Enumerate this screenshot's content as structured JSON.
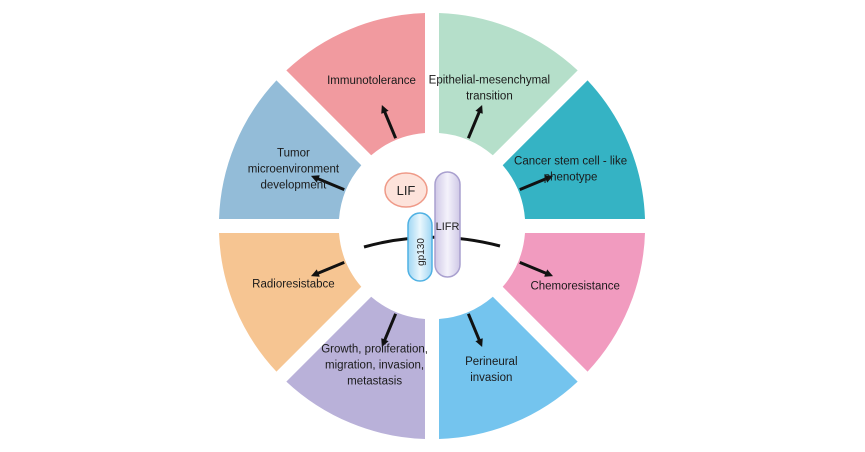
{
  "diagram": {
    "center": {
      "ligand": "LIF",
      "receptor": "LIFR",
      "coreceptor": "gp130"
    },
    "sectors": [
      {
        "id": "emt",
        "lines": [
          "Epithelial-mesenchymal",
          "transition"
        ],
        "color": "#b5dfca"
      },
      {
        "id": "csc",
        "lines": [
          "Cancer stem cell - like",
          "phenotype"
        ],
        "color": "#35b3c4"
      },
      {
        "id": "chemo",
        "lines": [
          "Chemoresistance"
        ],
        "color": "#f19bbf"
      },
      {
        "id": "perineural",
        "lines": [
          "Perineural",
          "invasion"
        ],
        "color": "#74c4ee"
      },
      {
        "id": "growth",
        "lines": [
          "Growth, proliferation,",
          "migration, invasion,",
          "metastasis"
        ],
        "color": "#b9b1d9"
      },
      {
        "id": "radio",
        "lines": [
          "Radioresistabce"
        ],
        "color": "#f6c592"
      },
      {
        "id": "tme",
        "lines": [
          "Tumor",
          "microenvironment",
          "development"
        ],
        "color": "#93bcd8"
      },
      {
        "id": "immuno",
        "lines": [
          "Immunotolerance"
        ],
        "color": "#f19a9f"
      }
    ],
    "colors": {
      "lif_fill": "#fde3db",
      "lif_stroke": "#ef9a88",
      "lifr_fill": "#dcd6ec",
      "lifr_stroke": "#a9a0cf",
      "gp130_fill": "#bfe3f6",
      "gp130_stroke": "#4fb1e3",
      "arrow": "#111111"
    }
  }
}
